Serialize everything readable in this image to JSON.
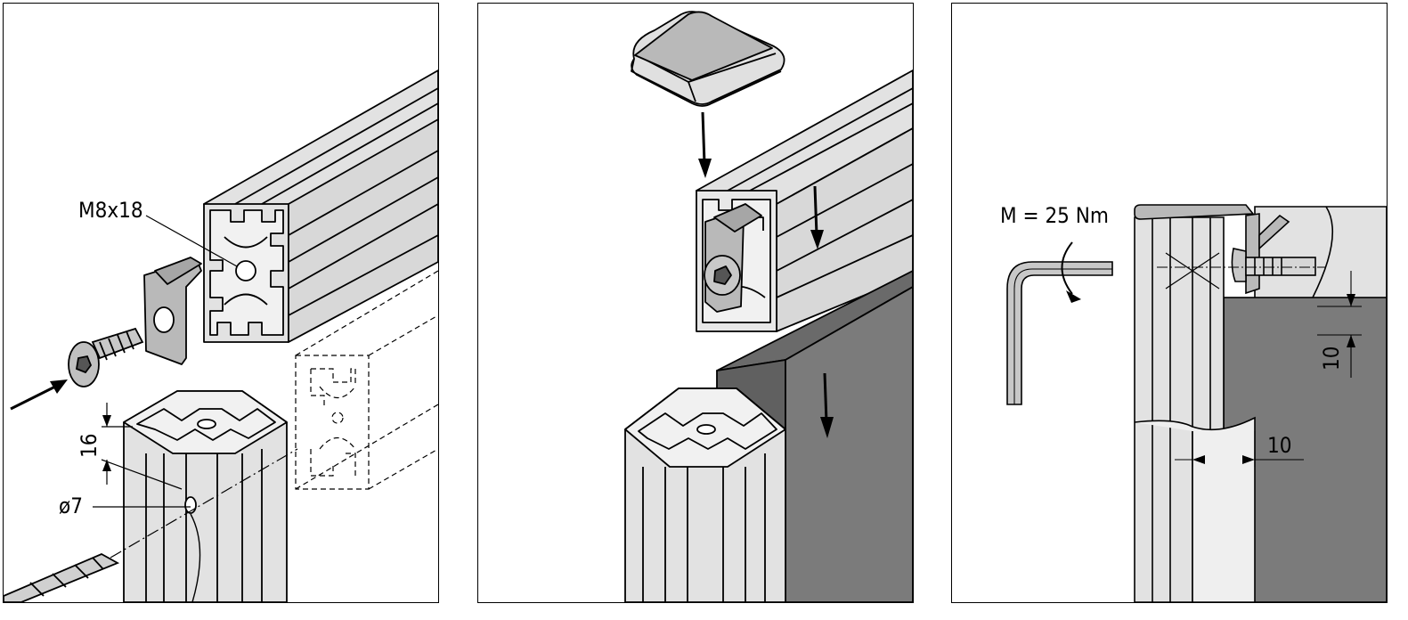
{
  "panel1": {
    "screen_label": "M8x18",
    "hole_depth_label": "16",
    "hole_diameter_label": "ø7"
  },
  "panel2": {},
  "panel3": {
    "torque_label": "M = 25 Nm",
    "vertical_offset_label": "10",
    "horizontal_offset_label": "10"
  },
  "colors": {
    "profile_fill": "#e2e2e2",
    "part_fill": "#b9b9b9",
    "panel_fill": "#7b7b7b",
    "line": "#000000"
  }
}
